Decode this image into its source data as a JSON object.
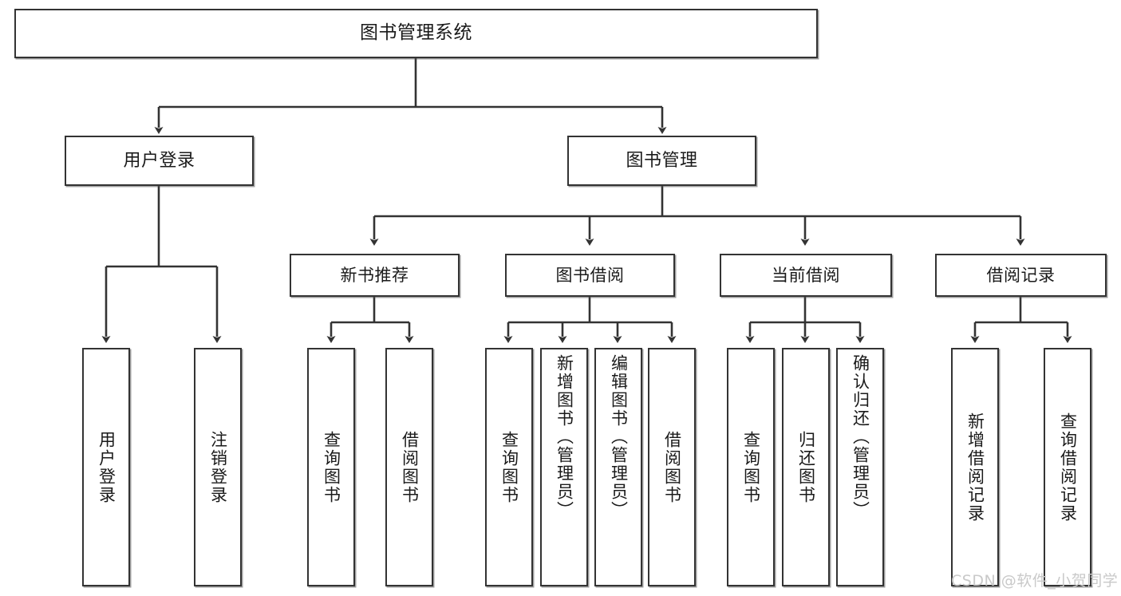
{
  "diagram": {
    "title": "图书管理系统",
    "type": "tree",
    "root": {
      "id": "root",
      "label": "图书管理系统"
    },
    "level2": [
      {
        "id": "user-login",
        "label": "用户登录"
      },
      {
        "id": "book-management",
        "label": "图书管理"
      }
    ],
    "level3": [
      {
        "id": "new-book-recommend",
        "label": "新书推荐",
        "parent": "book-management"
      },
      {
        "id": "book-borrow",
        "label": "图书借阅",
        "parent": "book-management"
      },
      {
        "id": "current-borrow",
        "label": "当前借阅",
        "parent": "book-management"
      },
      {
        "id": "borrow-record",
        "label": "借阅记录",
        "parent": "book-management"
      }
    ],
    "leaves": [
      {
        "id": "leaf-user-login",
        "label": "用户登录",
        "parent": "user-login",
        "align": "mid"
      },
      {
        "id": "leaf-logout-login",
        "label": "注销登录",
        "parent": "user-login",
        "align": "mid"
      },
      {
        "id": "leaf-query-book-1",
        "label": "查询图书",
        "parent": "new-book-recommend",
        "align": "mid"
      },
      {
        "id": "leaf-borrow-book-1",
        "label": "借阅图书",
        "parent": "new-book-recommend",
        "align": "mid"
      },
      {
        "id": "leaf-query-book-2",
        "label": "查询图书",
        "parent": "book-borrow",
        "align": "mid"
      },
      {
        "id": "leaf-add-book-admin",
        "label": "新增图书（管理员）",
        "parent": "book-borrow",
        "align": "top"
      },
      {
        "id": "leaf-edit-book-admin",
        "label": "编辑图书（管理员）",
        "parent": "book-borrow",
        "align": "top"
      },
      {
        "id": "leaf-borrow-book-2",
        "label": "借阅图书",
        "parent": "book-borrow",
        "align": "mid"
      },
      {
        "id": "leaf-query-book-3",
        "label": "查询图书",
        "parent": "current-borrow",
        "align": "mid"
      },
      {
        "id": "leaf-return-book",
        "label": "归还图书",
        "parent": "current-borrow",
        "align": "mid"
      },
      {
        "id": "leaf-confirm-return-admin",
        "label": "确认归还（管理员）",
        "parent": "current-borrow",
        "align": "top"
      },
      {
        "id": "leaf-add-borrow-record",
        "label": "新增借阅记录",
        "parent": "borrow-record",
        "align": "mid"
      },
      {
        "id": "leaf-query-borrow-record",
        "label": "查询借阅记录",
        "parent": "borrow-record",
        "align": "mid"
      }
    ]
  },
  "watermark": {
    "text": "CSDN @软件_小贺同学"
  },
  "colors": {
    "stroke": "#333333",
    "box_fill": "#ffffff",
    "text": "#1a1a1a",
    "watermark": "#c9c9c9",
    "background": "#ffffff"
  }
}
